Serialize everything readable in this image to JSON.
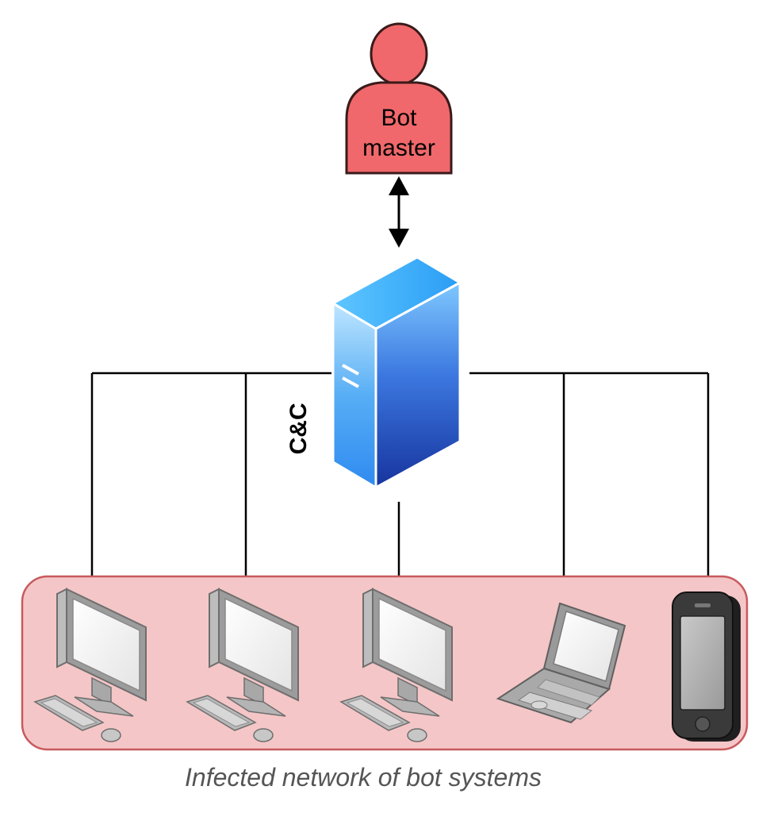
{
  "botmaster": {
    "label_line1": "Bot",
    "label_line2": "master",
    "color": "#f0686b"
  },
  "server": {
    "label": "C&C",
    "color_top": "#4fb6ff",
    "color_bottom": "#1a3eb0"
  },
  "network": {
    "caption": "Infected network of bot systems",
    "fill": "#f5c6c7",
    "border": "#c85a5e",
    "devices": [
      {
        "icon": "desktop-computer-icon"
      },
      {
        "icon": "desktop-computer-icon"
      },
      {
        "icon": "desktop-computer-icon"
      },
      {
        "icon": "laptop-icon"
      },
      {
        "icon": "smartphone-icon"
      }
    ]
  }
}
